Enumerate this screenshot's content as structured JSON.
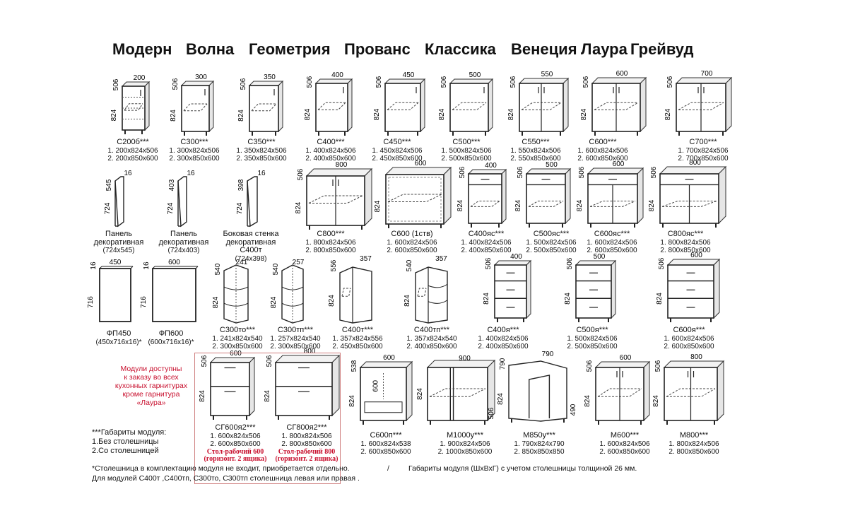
{
  "styles": [
    "Модерн",
    "Волна",
    "Геометрия",
    "Прованс",
    "Классика",
    "Венеция",
    "Лаура",
    "Грейвуд"
  ],
  "modules": [
    {
      "name": "С200б***",
      "sizes": [
        "1. 200х824х506",
        "2. 200х850х600"
      ],
      "dims": [
        "506",
        "200",
        "824"
      ]
    },
    {
      "name": "С300***",
      "sizes": [
        "1. 300х824х506",
        "2. 300х850х600"
      ],
      "dims": [
        "506",
        "300",
        "824"
      ]
    },
    {
      "name": "С350***",
      "sizes": [
        "1. 350х824х506",
        "2. 350х850х600"
      ],
      "dims": [
        "506",
        "350",
        "824"
      ]
    },
    {
      "name": "С400***",
      "sizes": [
        "1. 400х824х506",
        "2. 400х850х600"
      ],
      "dims": [
        "506",
        "400",
        "824"
      ]
    },
    {
      "name": "С450***",
      "sizes": [
        "1. 450х824х506",
        "2. 450х850х600"
      ],
      "dims": [
        "506",
        "450",
        "824"
      ]
    },
    {
      "name": "С500***",
      "sizes": [
        "1. 500х824х506",
        "2. 500х850х600"
      ],
      "dims": [
        "506",
        "500",
        "824"
      ]
    },
    {
      "name": "С550***",
      "sizes": [
        "1. 550х824х506",
        "2. 550х850х600"
      ],
      "dims": [
        "506",
        "550",
        "824"
      ]
    },
    {
      "name": "С600***",
      "sizes": [
        "1. 600х824х506",
        "2. 600х850х600"
      ],
      "dims": [
        "506",
        "600",
        "824"
      ]
    },
    {
      "name": "С700***",
      "sizes": [
        "1. 700х824х506",
        "2. 700х850х600"
      ],
      "dims": [
        "506",
        "700",
        "824"
      ]
    },
    {
      "name": "Панель декоративная",
      "sizes": [
        "(724х545)"
      ],
      "dims": [
        "545",
        "16",
        "724"
      ]
    },
    {
      "name": "Панель декоративная",
      "sizes": [
        "(724х403)"
      ],
      "dims": [
        "403",
        "16",
        "724"
      ]
    },
    {
      "name": "Боковая стенка декоративная С400т",
      "sizes": [
        "(724х398)"
      ],
      "dims": [
        "398",
        "16",
        "724"
      ]
    },
    {
      "name": "С800***",
      "sizes": [
        "1. 800х824х506",
        "2. 800х850х600"
      ],
      "dims": [
        "506",
        "800",
        "824"
      ]
    },
    {
      "name": "С600 (1ств)",
      "sizes": [
        "1. 600х824х506",
        "2. 600х850х600"
      ],
      "dims": [
        "",
        "600",
        "824"
      ]
    },
    {
      "name": "С400яс***",
      "sizes": [
        "1. 400х824х506",
        "2. 400х850х600"
      ],
      "dims": [
        "506",
        "400",
        "824"
      ]
    },
    {
      "name": "С500яс***",
      "sizes": [
        "1. 500х824х506",
        "2. 500х850х600"
      ],
      "dims": [
        "506",
        "500",
        "824"
      ]
    },
    {
      "name": "С600яс***",
      "sizes": [
        "1. 600х824х506",
        "2. 600х850х600"
      ],
      "dims": [
        "506",
        "600",
        "824"
      ]
    },
    {
      "name": "С800яс***",
      "sizes": [
        "1. 800х824х506",
        "2. 800х850х600"
      ],
      "dims": [
        "506",
        "800",
        "824"
      ]
    },
    {
      "name": "ФП450",
      "sizes": [
        "(450х716х16)*"
      ],
      "dims": [
        "16",
        "450",
        "716"
      ]
    },
    {
      "name": "ФП600",
      "sizes": [
        "(600х716х16)*"
      ],
      "dims": [
        "16",
        "600",
        "716"
      ]
    },
    {
      "name": "С300то***",
      "sizes": [
        "1. 241х824х540",
        "2. 300х850х600"
      ],
      "dims": [
        "540",
        "241",
        "824"
      ]
    },
    {
      "name": "С300тп***",
      "sizes": [
        "1. 257х824х540",
        "2. 300х850х600"
      ],
      "dims": [
        "540",
        "257",
        "824"
      ]
    },
    {
      "name": "С400т***",
      "sizes": [
        "1. 357х824х556",
        "2. 450х850х600"
      ],
      "dims": [
        "556",
        "357",
        "824"
      ]
    },
    {
      "name": "С400тп***",
      "sizes": [
        "1. 357х824х540",
        "2. 400х850х600"
      ],
      "dims": [
        "540",
        "357",
        "824"
      ]
    },
    {
      "name": "С400я***",
      "sizes": [
        "1. 400х824х506",
        "2. 400х850х600"
      ],
      "dims": [
        "506",
        "400",
        "824"
      ]
    },
    {
      "name": "С500я***",
      "sizes": [
        "1. 500х824х506",
        "2. 500х850х600"
      ],
      "dims": [
        "506",
        "500",
        "824"
      ]
    },
    {
      "name": "С600я***",
      "sizes": [
        "1. 600х824х506",
        "2. 600х850х600"
      ],
      "dims": [
        "506",
        "600",
        "824"
      ]
    },
    {
      "name": "СГ600я2***",
      "sizes": [
        "1. 600х824х506",
        "2. 600х850х600"
      ],
      "dims": [
        "506",
        "600",
        "824"
      ],
      "note": [
        "Стол-рабочий 600",
        "(горизонт. 2 ящика)"
      ]
    },
    {
      "name": "СГ800я2***",
      "sizes": [
        "1. 800х824х506",
        "2. 800х850х600"
      ],
      "dims": [
        "506",
        "800",
        "824"
      ],
      "note": [
        "Стол-рабочий 800",
        "(горизонт. 2 ящика)"
      ]
    },
    {
      "name": "С600п***",
      "sizes": [
        "1. 600х824х538",
        "2. 600х850х600"
      ],
      "dims": [
        "538",
        "600",
        "824",
        "600"
      ]
    },
    {
      "name": "М1000у***",
      "sizes": [
        "1. 900х824х506",
        "2. 1000х850х600"
      ],
      "dims": [
        "900",
        "824",
        "506"
      ]
    },
    {
      "name": "М850у***",
      "sizes": [
        "1. 790х824х790",
        "2. 850х850х850"
      ],
      "dims": [
        "790",
        "790",
        "824",
        "490"
      ]
    },
    {
      "name": "М600***",
      "sizes": [
        "1. 600х824х506",
        "2. 600х850х600"
      ],
      "dims": [
        "506",
        "600",
        "824"
      ]
    },
    {
      "name": "М800***",
      "sizes": [
        "1. 800х824х506",
        "2. 800х850х600"
      ],
      "dims": [
        "506",
        "800",
        "824"
      ]
    }
  ],
  "availability_note": [
    "Модули доступны",
    "к заказу во всех",
    "кухонных гарнитурах",
    "кроме гарнитура",
    "«Лаура»"
  ],
  "legend": [
    "***Габариты модуля:",
    "1.Без столешницы",
    "2.Со столешницей"
  ],
  "footnotes": [
    "*Столешница в комплектацию модуля не входит, приобретается отдельно.",
    "/",
    "Габариты модуля (ШхВхГ) с учетом столешницы толщиной 26 мм.",
    "Для модулей С400т ,С400тп, С300то, С300тп столешница левая или правая ."
  ]
}
